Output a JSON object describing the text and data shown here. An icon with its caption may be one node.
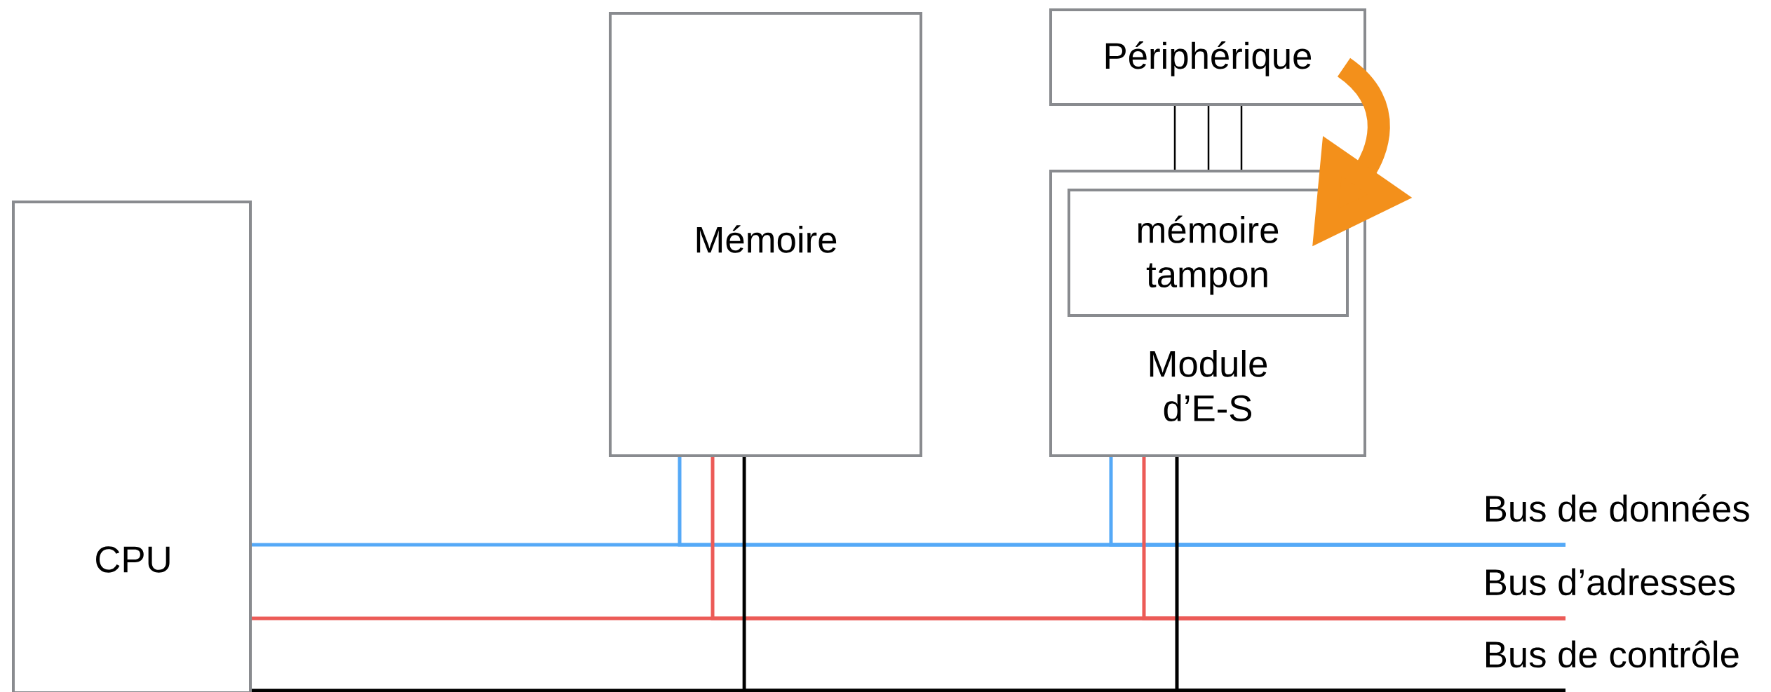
{
  "diagram": {
    "nodes": [
      {
        "text": [
          "CPU"
        ]
      },
      {
        "text": [
          "Mémoire"
        ]
      },
      {
        "text": [
          "Périphérique"
        ]
      },
      {
        "text": [
          "Module d’E-S"
        ]
      },
      {
        "text": [
          "mémoire tampon"
        ],
        "in": 3
      },
      {
        "text": [
          "Bus de données"
        ]
      },
      {
        "text": [
          "Bus d’adresses"
        ]
      },
      {
        "text": [
          "Bus de contrôle"
        ]
      }
    ],
    "edges": [
      {
        "from": 0,
        "to": 5,
        "arrow": "none",
        "color": "#55a9f7"
      },
      {
        "from": 1,
        "to": 5,
        "arrow": "none",
        "color": "#55a9f7"
      },
      {
        "from": 3,
        "to": 5,
        "arrow": "none",
        "color": "#55a9f7"
      },
      {
        "from": 0,
        "to": 6,
        "arrow": "none",
        "color": "#ec5b57"
      },
      {
        "from": 1,
        "to": 6,
        "arrow": "none",
        "color": "#ec5b57"
      },
      {
        "from": 3,
        "to": 6,
        "arrow": "none",
        "color": "#ec5b57"
      },
      {
        "from": 0,
        "to": 7,
        "arrow": "none",
        "color": "#000000"
      },
      {
        "from": 1,
        "to": 7,
        "arrow": "none",
        "color": "#000000"
      },
      {
        "from": 3,
        "to": 7,
        "arrow": "none",
        "color": "#000000"
      },
      {
        "from": 2,
        "to": 3,
        "arrow": "none",
        "color": "#000000"
      },
      {
        "from": 2,
        "to": 3,
        "arrow": "none",
        "color": "#000000"
      },
      {
        "from": 2,
        "to": 3,
        "arrow": "none",
        "color": "#000000"
      },
      {
        "from": 2,
        "to": 4,
        "arrow": "to",
        "style": "thick",
        "color": "#f3901b"
      }
    ]
  }
}
